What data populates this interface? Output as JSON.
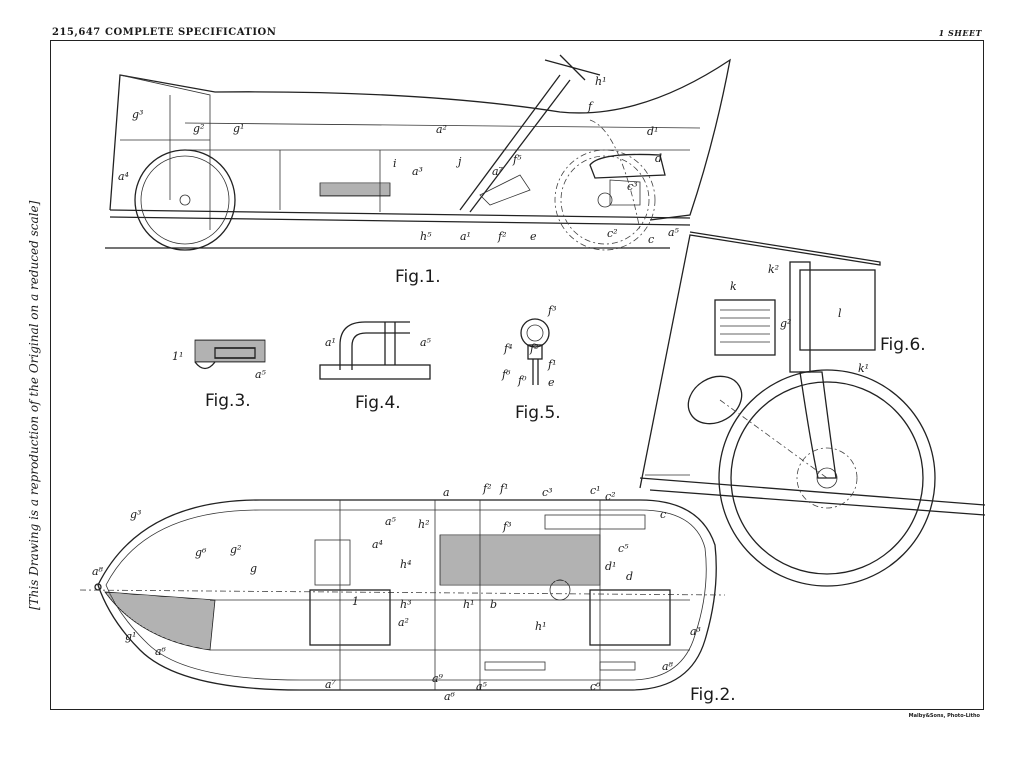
{
  "header": {
    "doc_number": "215,647",
    "doc_title": "COMPLETE SPECIFICATION",
    "sheet": "1 SHEET"
  },
  "side_note": "[This Drawing is a reproduction of the Original on a reduced scale]",
  "printer": "Malby&Sons, Photo-Litho",
  "figures": {
    "fig1": "Fig.1.",
    "fig2": "Fig.2.",
    "fig3": "Fig.3.",
    "fig4": "Fig.4.",
    "fig5": "Fig.5.",
    "fig6": "Fig.6."
  },
  "labels": {
    "fig1": [
      "h¹",
      "f",
      "g³",
      "g²",
      "g¹",
      "a²",
      "d¹",
      "d",
      "i",
      "a³",
      "j",
      "a⁷",
      "f⁵",
      "c³",
      "a⁴",
      "h⁵",
      "a¹",
      "f²",
      "e",
      "c²",
      "c",
      "a⁵"
    ],
    "fig3": [
      "1¹",
      "a⁵"
    ],
    "fig4": [
      "a¹",
      "a⁵"
    ],
    "fig5": [
      "f³",
      "f⁴",
      "f²",
      "f⁶",
      "f⁰",
      "f¹",
      "e"
    ],
    "fig6": [
      "k²",
      "k",
      "l",
      "g²",
      "k¹"
    ],
    "fig2": [
      "a⁸",
      "g³",
      "g⁶",
      "g²",
      "g",
      "g¹",
      "a⁶",
      "a⁷",
      "a⁵",
      "a⁴",
      "1",
      "h⁴",
      "h³",
      "a²",
      "h²",
      "h¹",
      "b",
      "a",
      "f²",
      "f¹",
      "f³",
      "c³",
      "c¹",
      "c²",
      "c",
      "c⁵",
      "d¹",
      "d",
      "h¹",
      "a⁹",
      "a³",
      "a⁸",
      "a⁶",
      "a⁵",
      "c⁶"
    ]
  }
}
